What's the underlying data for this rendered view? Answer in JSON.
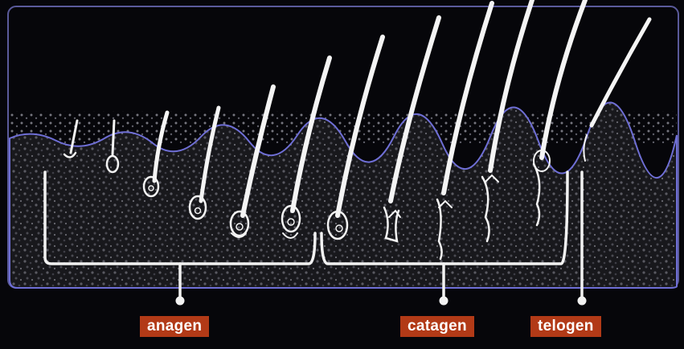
{
  "labels": {
    "anagen": "anagen",
    "catagen": "catagen",
    "telogen": "telogen"
  },
  "colors": {
    "background": "#06060a",
    "skin_outline": "#6f6fd6",
    "hair": "#f4f4f4",
    "label_bg": "#b23a17",
    "label_text": "#ffffff",
    "bracket": "#f2f2f2"
  },
  "icons": [
    "hair-follicle-icon"
  ]
}
